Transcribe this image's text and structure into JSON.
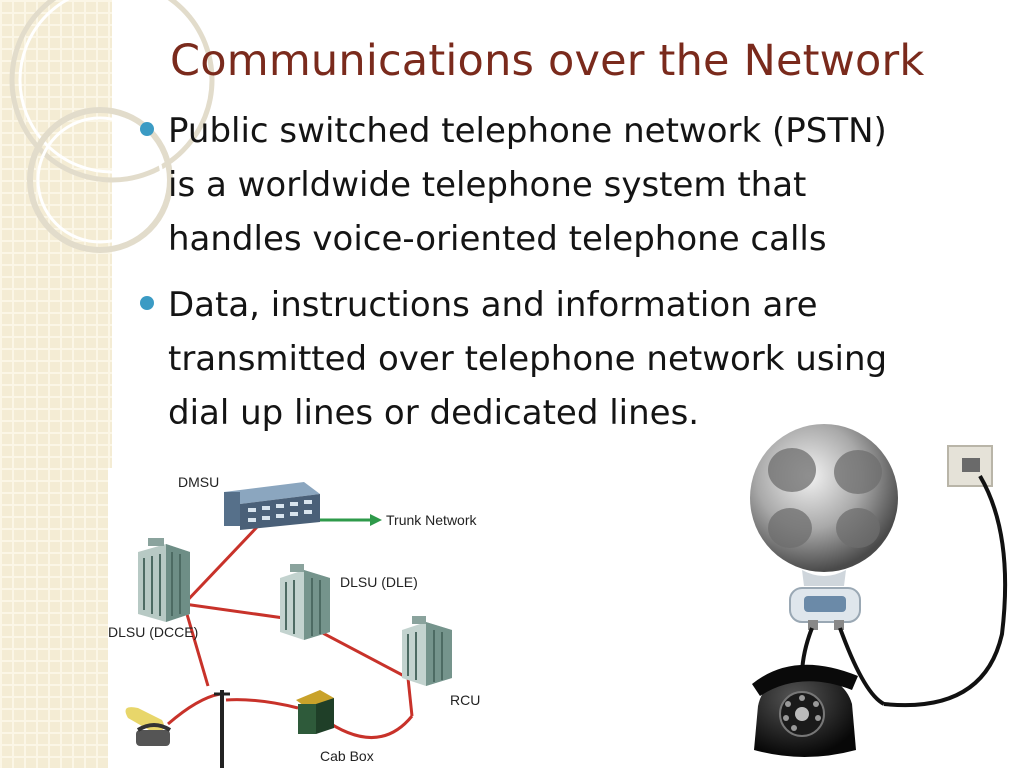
{
  "slide": {
    "title": "Communications over the Network",
    "bullets": [
      {
        "lines": [
          "Public switched telephone network (PSTN)",
          "is a worldwide telephone system that",
          "handles voice-oriented telephone calls"
        ]
      },
      {
        "lines": [
          "Data, instructions and information are",
          "transmitted over telephone network using",
          "dial up lines or dedicated lines."
        ]
      }
    ]
  },
  "diagram": {
    "labels": {
      "dmsu": "DMSU",
      "trunk": "Trunk Network",
      "dlsu_dle": "DLSU (DLE)",
      "dlsu_dcce": "DLSU (DCCE)",
      "rcu": "RCU",
      "cab_box": "Cab Box"
    },
    "colors": {
      "link": "#c8322a",
      "trunk_arrow": "#2e9a4a"
    }
  },
  "theme": {
    "title_color": "#7a2a1c",
    "bullet_color": "#3b9bc4",
    "strip_color": "#f4ecd4"
  }
}
